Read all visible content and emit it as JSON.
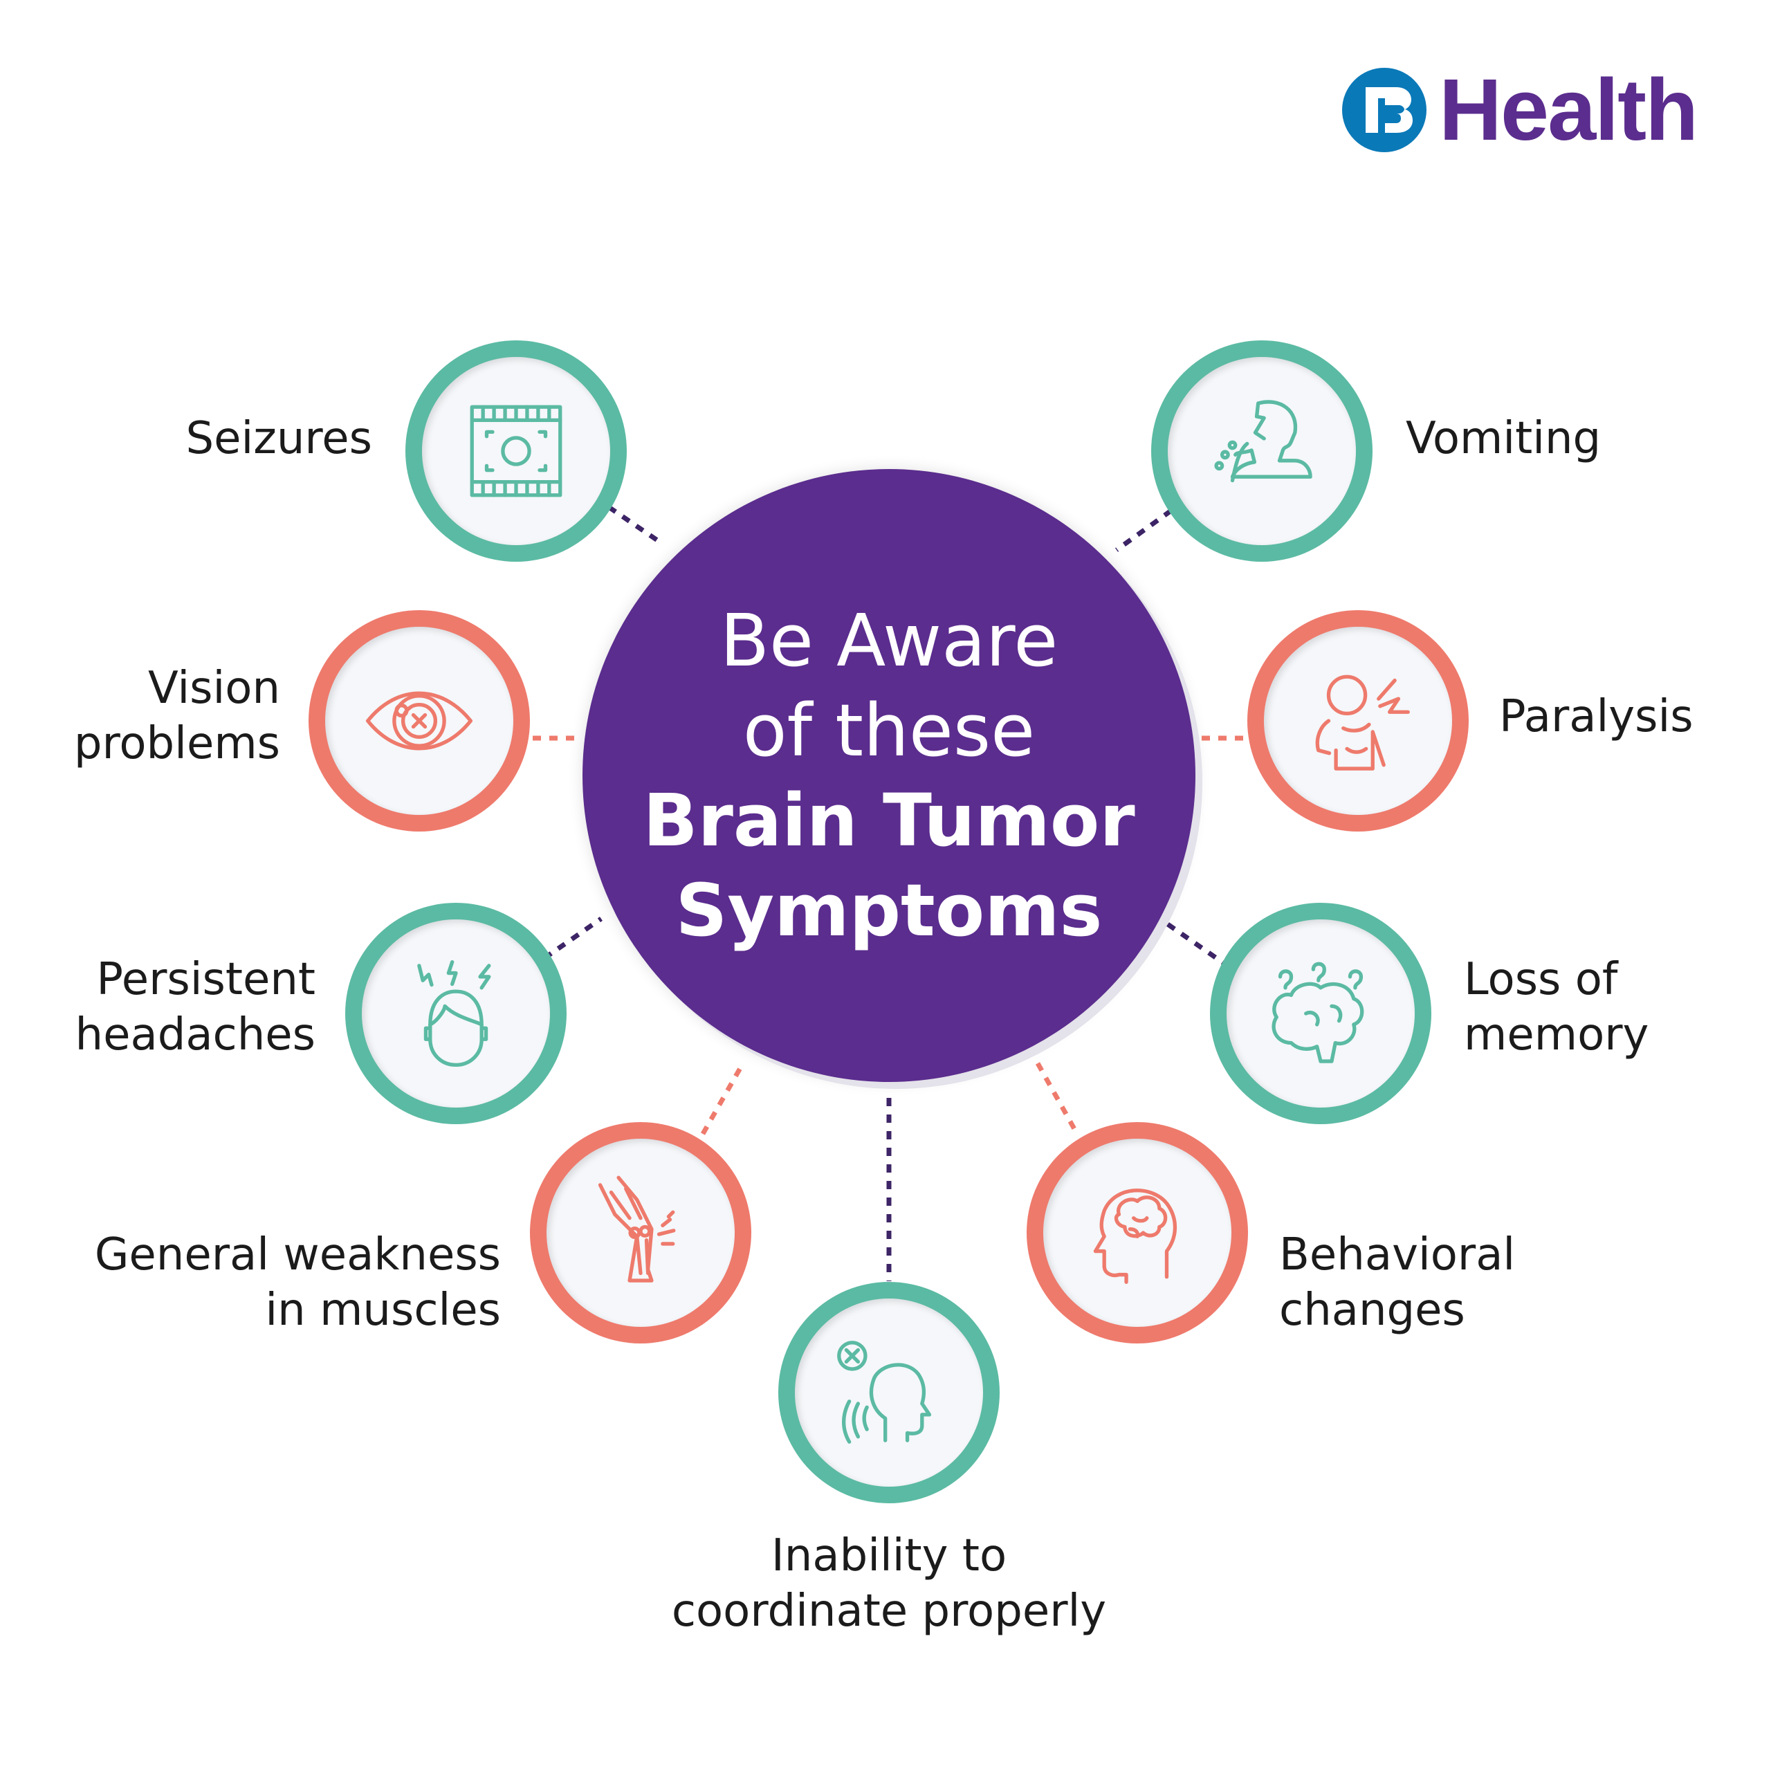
{
  "brand": {
    "name": "Health",
    "logo_letter": "B"
  },
  "title": {
    "line1": "Be Aware",
    "line2": "of these",
    "line3": "Brain Tumor",
    "line4": "Symptoms"
  },
  "colors": {
    "purple": "#5b2d8e",
    "teal": "#5bbaa3",
    "coral": "#ee7a6c",
    "logo_blue": "#0a79b8"
  },
  "symptoms": [
    {
      "label_lines": [
        "Seizures"
      ],
      "icon": "seizure-icon",
      "color": "teal"
    },
    {
      "label_lines": [
        "Vomiting"
      ],
      "icon": "vomiting-icon",
      "color": "teal"
    },
    {
      "label_lines": [
        "Vision",
        "problems"
      ],
      "icon": "eye-icon",
      "color": "coral"
    },
    {
      "label_lines": [
        "Paralysis"
      ],
      "icon": "paralysis-icon",
      "color": "coral"
    },
    {
      "label_lines": [
        "Persistent",
        "headaches"
      ],
      "icon": "headache-icon",
      "color": "teal"
    },
    {
      "label_lines": [
        "Loss of",
        "memory"
      ],
      "icon": "brain-question-icon",
      "color": "teal"
    },
    {
      "label_lines": [
        "General weakness",
        "in muscles"
      ],
      "icon": "leg-icon",
      "color": "coral"
    },
    {
      "label_lines": [
        "Behavioral",
        "changes"
      ],
      "icon": "head-brain-icon",
      "color": "coral"
    },
    {
      "label_lines": [
        "Inability to",
        "coordinate properly"
      ],
      "icon": "speaking-head-icon",
      "color": "teal"
    }
  ]
}
